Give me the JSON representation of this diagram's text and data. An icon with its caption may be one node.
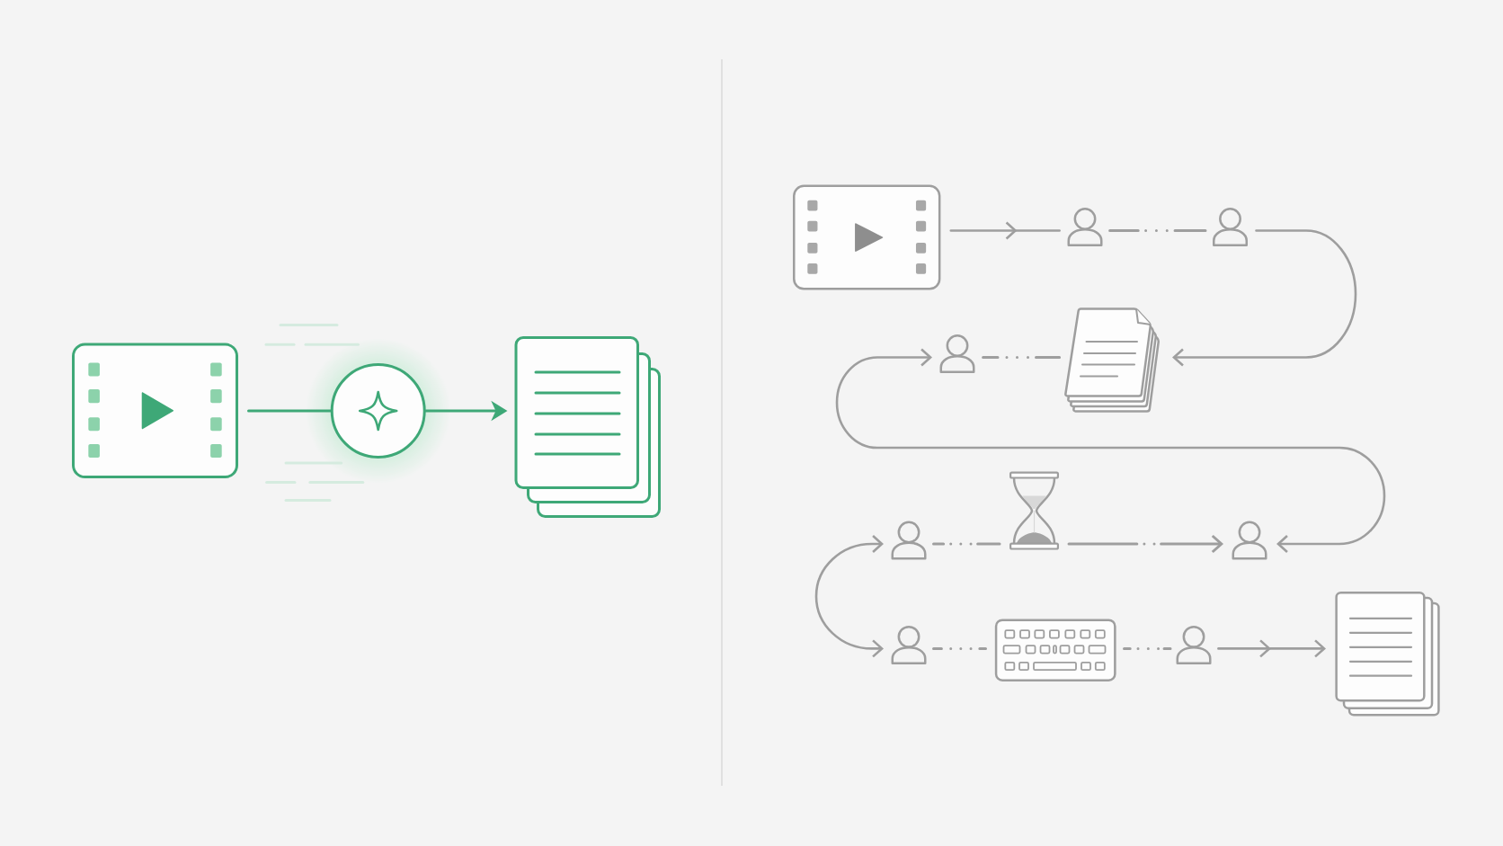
{
  "diagram": {
    "nodes": [
      {
        "text": [],
        "shape": "picture"
      },
      {
        "text": [],
        "shape": "circle"
      },
      {
        "text": [],
        "shape": "picture"
      },
      {
        "text": [],
        "shape": "picture"
      },
      {
        "text": [],
        "shape": "person"
      },
      {
        "text": [],
        "shape": "person"
      },
      {
        "text": [],
        "shape": "person"
      },
      {
        "text": [],
        "shape": "picture"
      },
      {
        "text": [],
        "shape": "person"
      },
      {
        "text": [],
        "shape": "picture"
      },
      {
        "text": [],
        "shape": "person"
      },
      {
        "text": [],
        "shape": "person"
      },
      {
        "text": [],
        "shape": "picture"
      },
      {
        "text": [],
        "shape": "person"
      },
      {
        "text": [],
        "shape": "picture"
      }
    ],
    "edges": [
      {
        "from": 0,
        "to": 1,
        "arrow": "none",
        "color": "#3ea877"
      },
      {
        "from": 1,
        "to": 2,
        "arrow": "to",
        "color": "#3ea877"
      },
      {
        "from": 3,
        "to": 4,
        "arrow": "to"
      },
      {
        "from": 4,
        "to": 5,
        "arrow": "none",
        "style": "dashed"
      },
      {
        "from": 5,
        "to": 7,
        "arrow": "to"
      },
      {
        "from": 7,
        "to": 6,
        "arrow": "none",
        "style": "dashed"
      },
      {
        "from": 6,
        "to": 10,
        "arrow": "both"
      },
      {
        "from": 8,
        "to": 9,
        "arrow": "none",
        "style": "dashed"
      },
      {
        "from": 9,
        "to": 10,
        "arrow": "to",
        "style": "dashed"
      },
      {
        "from": 8,
        "to": 11,
        "arrow": "both"
      },
      {
        "from": 11,
        "to": 12,
        "arrow": "none",
        "style": "dashed"
      },
      {
        "from": 12,
        "to": 13,
        "arrow": "none",
        "style": "dashed"
      },
      {
        "from": 13,
        "to": 14,
        "arrow": "to"
      }
    ]
  }
}
